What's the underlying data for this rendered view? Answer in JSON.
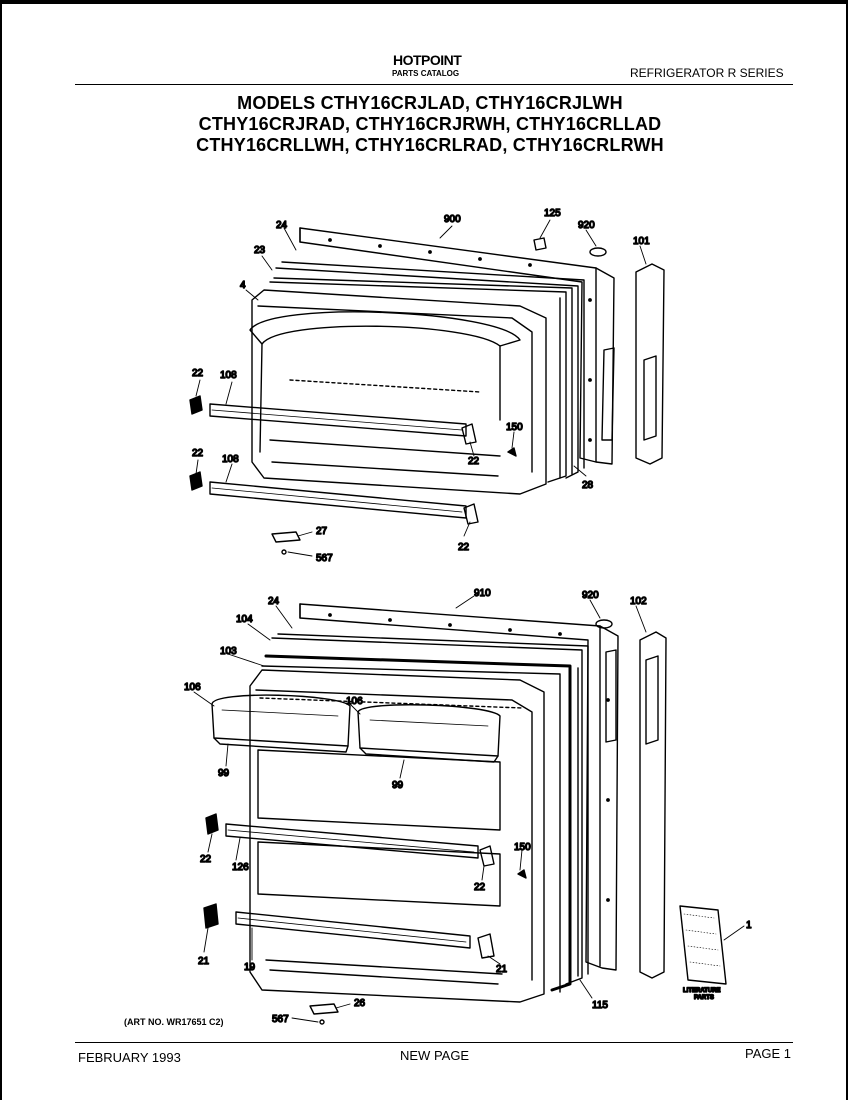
{
  "header": {
    "brand": "HOTPOINT",
    "catalog": "PARTS CATALOG",
    "series": "REFRIGERATOR R SERIES"
  },
  "models": {
    "line1": "MODELS CTHY16CRJLAD, CTHY16CRJLWH",
    "line2": "CTHY16CRJRAD, CTHY16CRJRWH, CTHY16CRLLAD",
    "line3": "CTHY16CRLLWH, CTHY16CRLRAD, CTHY16CRLRWH"
  },
  "freezer_door_callouts": {
    "c900": "900",
    "c125": "125",
    "c920": "920",
    "c101": "101",
    "c24": "24",
    "c23": "23",
    "c4": "4",
    "c22a": "22",
    "c108a": "108",
    "c22b": "22",
    "c108b": "108",
    "c22c": "22",
    "c22d": "22",
    "c150": "150",
    "c28": "28",
    "c27": "27",
    "c567": "567"
  },
  "fresh_food_door_callouts": {
    "c910": "910",
    "c920": "920",
    "c102": "102",
    "c24": "24",
    "c104": "104",
    "c103": "103",
    "c106a": "106",
    "c106b": "106",
    "c99a": "99",
    "c99b": "99",
    "c22a": "22",
    "c126": "126",
    "c22b": "22",
    "c150": "150",
    "c21a": "21",
    "c19": "19",
    "c21b": "21",
    "c115": "115",
    "c1": "1",
    "c26": "26",
    "c567": "567"
  },
  "literature": {
    "line1": "LITERATURE",
    "line2": "PARTS"
  },
  "art_no": "(ART NO. WR17651 C2)",
  "footer": {
    "date": "FEBRUARY 1993",
    "status": "NEW PAGE",
    "page": "PAGE 1"
  }
}
